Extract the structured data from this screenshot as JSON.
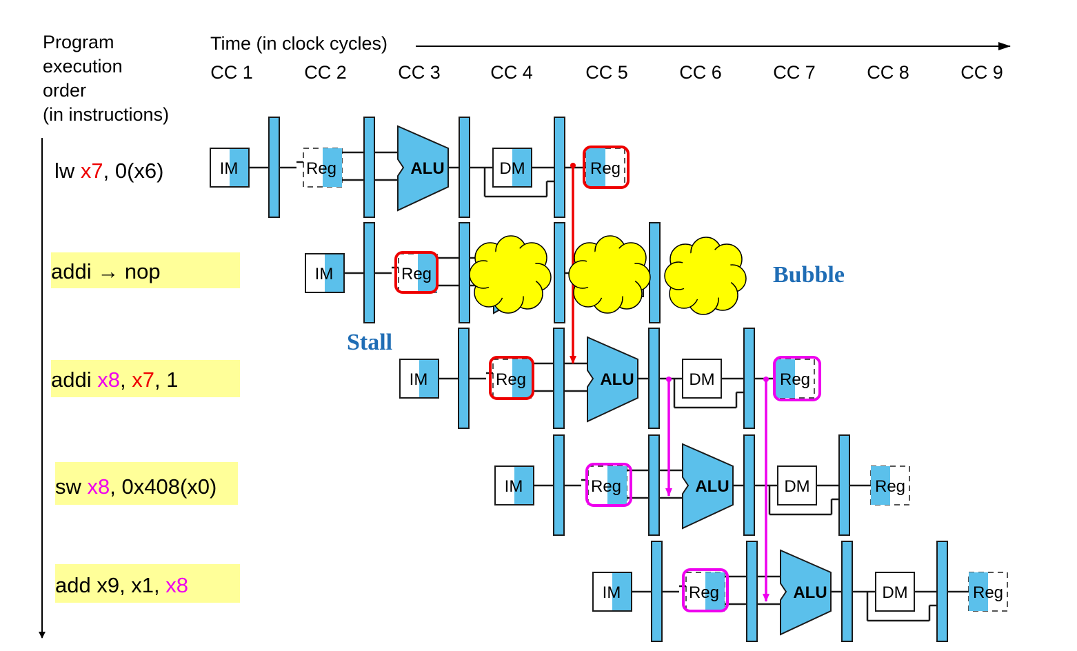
{
  "header": {
    "order_label": [
      "Program",
      "execution",
      "order",
      "(in instructions)"
    ],
    "time_label": "Time (in clock cycles)",
    "cycles": [
      "CC 1",
      "CC 2",
      "CC 3",
      "CC 4",
      "CC 5",
      "CC 6",
      "CC 7",
      "CC 8",
      "CC 9"
    ]
  },
  "stage_labels": {
    "im": "IM",
    "reg": "Reg",
    "alu": "ALU",
    "dm": "DM"
  },
  "instructions": [
    {
      "parts": [
        {
          "t": "lw ",
          "c": "default"
        },
        {
          "t": "x7",
          "c": "red"
        },
        {
          "t": ", 0(x6)",
          "c": "default"
        }
      ],
      "highlight": false
    },
    {
      "parts": [
        {
          "t": "addi → nop",
          "c": "default"
        }
      ],
      "highlight": true
    },
    {
      "parts": [
        {
          "t": "addi ",
          "c": "default"
        },
        {
          "t": "x8",
          "c": "magenta"
        },
        {
          "t": ", ",
          "c": "default"
        },
        {
          "t": "x7",
          "c": "red"
        },
        {
          "t": ", 1",
          "c": "default"
        }
      ],
      "highlight": true
    },
    {
      "parts": [
        {
          "t": "sw ",
          "c": "default"
        },
        {
          "t": "x8",
          "c": "magenta"
        },
        {
          "t": ", 0x408(x0)",
          "c": "default"
        }
      ],
      "highlight": true
    },
    {
      "parts": [
        {
          "t": "add x9, x1, ",
          "c": "default"
        },
        {
          "t": "x8",
          "c": "magenta"
        }
      ],
      "highlight": true
    }
  ],
  "annotations": {
    "stall": "Stall",
    "bubble": "Bubble"
  },
  "colors": {
    "stage_fill": "#5bc0eb",
    "stage_stroke": "#1a1a1a",
    "highlight_bg": "#ffff99",
    "red": "#ee0000",
    "magenta": "#ee00ee",
    "bubble": "#ffff00",
    "note": "#1f6db5",
    "default": "#000000"
  }
}
